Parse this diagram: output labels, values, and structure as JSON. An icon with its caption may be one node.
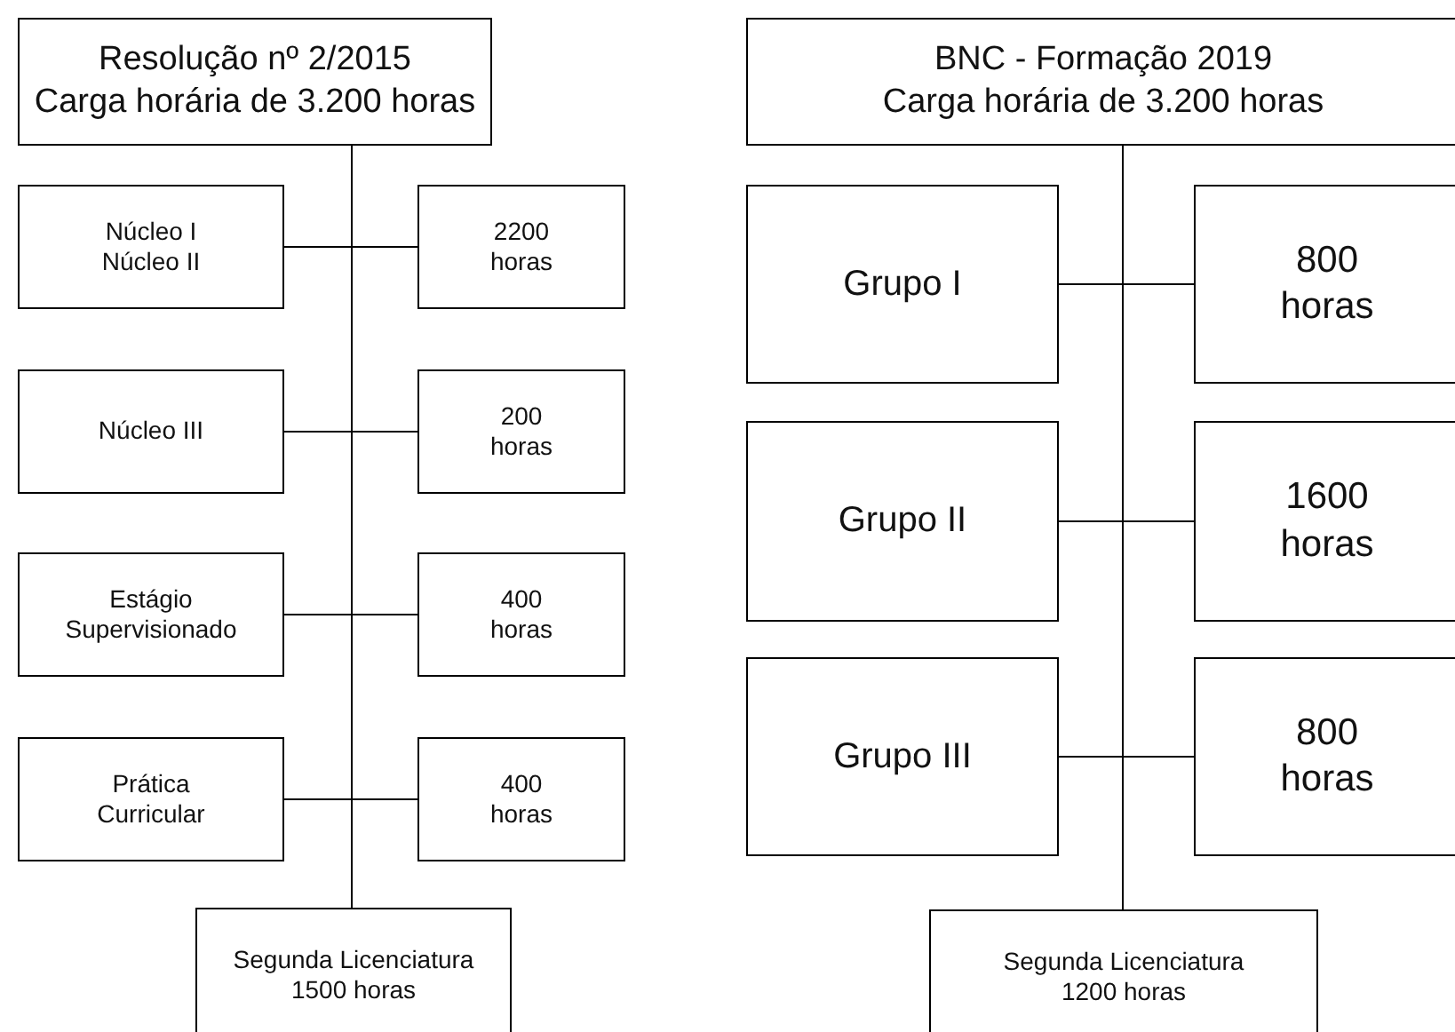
{
  "diagram": {
    "nodes": [
      {
        "text": [
          "Resolução nº 2/2015",
          "Carga horária de 3.200 horas"
        ]
      },
      {
        "text": [
          "Núcleo I",
          "Núcleo II"
        ]
      },
      {
        "text": [
          "2200 horas"
        ]
      },
      {
        "text": [
          "Núcleo III"
        ]
      },
      {
        "text": [
          "200 horas"
        ]
      },
      {
        "text": [
          "Estágio Supervisionado"
        ]
      },
      {
        "text": [
          "400 horas"
        ]
      },
      {
        "text": [
          "Prática Curricular"
        ]
      },
      {
        "text": [
          "400 horas"
        ]
      },
      {
        "text": [
          "Segunda Licenciatura 1500 horas"
        ]
      },
      {
        "text": [
          "BNC - Formação 2019",
          "Carga horária de 3.200 horas"
        ]
      },
      {
        "text": [
          "Grupo I"
        ]
      },
      {
        "text": [
          "800 horas"
        ]
      },
      {
        "text": [
          "Grupo II"
        ]
      },
      {
        "text": [
          "1600 horas"
        ]
      },
      {
        "text": [
          "Grupo III"
        ]
      },
      {
        "text": [
          "800 horas"
        ]
      },
      {
        "text": [
          "Segunda Licenciatura 1200 horas"
        ]
      }
    ],
    "edges": [
      {
        "from": 0,
        "to": 9,
        "arrow": "none"
      },
      {
        "from": 1,
        "to": 2,
        "arrow": "none"
      },
      {
        "from": 3,
        "to": 4,
        "arrow": "none"
      },
      {
        "from": 5,
        "to": 6,
        "arrow": "none"
      },
      {
        "from": 7,
        "to": 8,
        "arrow": "none"
      },
      {
        "from": 10,
        "to": 17,
        "arrow": "none"
      },
      {
        "from": 11,
        "to": 12,
        "arrow": "none"
      },
      {
        "from": 13,
        "to": 14,
        "arrow": "none"
      },
      {
        "from": 15,
        "to": 16,
        "arrow": "none"
      }
    ]
  }
}
